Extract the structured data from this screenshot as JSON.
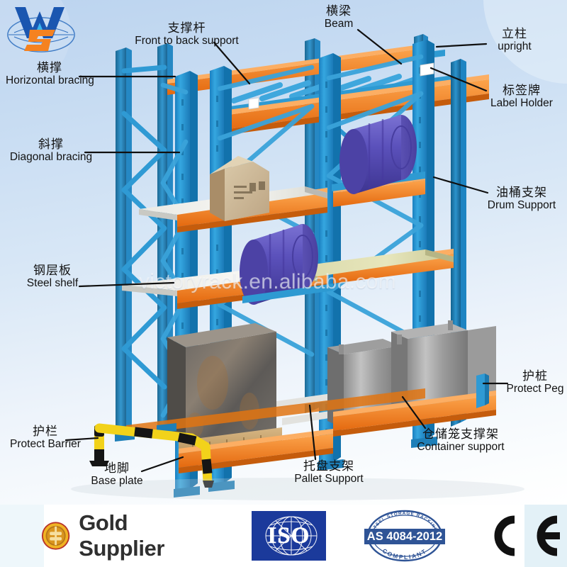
{
  "meta": {
    "watermark": "victoryrack.en.alibaba.com",
    "colors": {
      "rack_upright_blue": "#2196d6",
      "rack_beam_orange": "#ef7215",
      "drum_purple": "#5b51bb",
      "barrier_yellow": "#f2d21a",
      "barrier_black": "#151515",
      "iso_blue": "#1b3a9b",
      "as_blue": "#2f5496",
      "gold_coin": "#e8a317",
      "background_top": "#bcd4ef",
      "background_bottom": "#ffffff"
    }
  },
  "logo": {
    "name": "victory-rack-logo",
    "letter_w": "W",
    "letter_s": "S"
  },
  "callouts": [
    {
      "id": "horizontal-bracing",
      "cn": "横撑",
      "en": "Horizontal bracing"
    },
    {
      "id": "diagonal-bracing",
      "cn": "斜撑",
      "en": "Diagonal bracing"
    },
    {
      "id": "steel-shelf",
      "cn": "钢层板",
      "en": "Steel shelf"
    },
    {
      "id": "protect-barrier",
      "cn": "护栏",
      "en": "Protect Barrier"
    },
    {
      "id": "base-plate",
      "cn": "地脚",
      "en": "Base plate"
    },
    {
      "id": "front-to-back-support",
      "cn": "支撑杆",
      "en": "Front to back support"
    },
    {
      "id": "beam",
      "cn": "横梁",
      "en": "Beam"
    },
    {
      "id": "upright",
      "cn": "立柱",
      "en": "upright"
    },
    {
      "id": "label-holder",
      "cn": "标签牌",
      "en": "Label Holder"
    },
    {
      "id": "drum-support",
      "cn": "油桶支架",
      "en": "Drum Support"
    },
    {
      "id": "protect-peg",
      "cn": "护桩",
      "en": "Protect Peg"
    },
    {
      "id": "container-support",
      "cn": "仓储笼支撑架",
      "en": "Container support"
    },
    {
      "id": "pallet-support",
      "cn": "托盘支架",
      "en": "Pallet Support"
    }
  ],
  "certifications": {
    "gold_supplier": "Gold Supplier",
    "iso": "ISO",
    "as_standard": {
      "top_arc": "STEEL STORAGE RACKING",
      "center": "AS 4084-2012",
      "bottom_arc": "COMPLIANT"
    },
    "ce": "CE"
  }
}
